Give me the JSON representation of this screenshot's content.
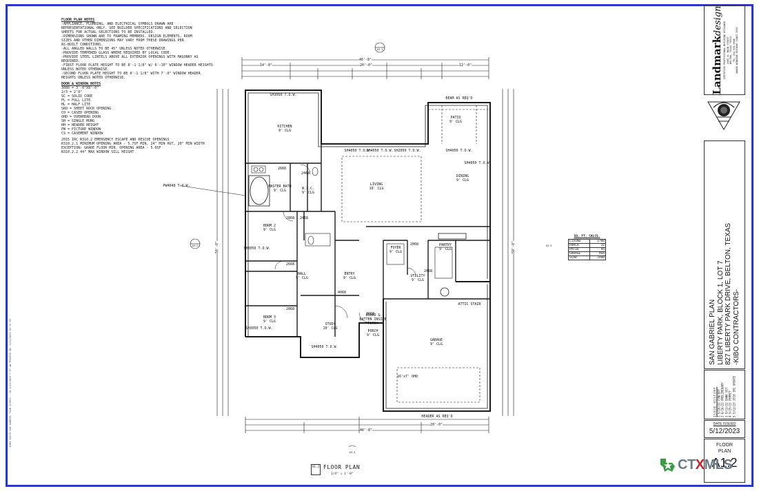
{
  "notes": {
    "floor_plan_notes_title": "FLOOR PLAN NOTES",
    "floor_plan_notes": [
      "-APPLIANCE, PLUMBING, AND ELECTRICAL SYMBOLS DRAWN ARE",
      "REPRESENTATIONAL ONLY. SEE BUILDER SPECIFICATIONS AND SELECTION",
      "SHEETS FOR ACTUAL SELECTIONS TO BE INSTALLED.",
      "-DIMENSIONS SHOWN ARE TO FRAMING MEMBERS. DESIGN ELEMENTS, ROOM",
      "SIZES AND OTHER DIMENSIONS MAY VARY FROM THESE DRAWINGS PER",
      "AS-BUILT CONDITIONS.",
      "-ALL ANGLED WALLS TO BE 45° UNLESS NOTED OTHERWISE.",
      "-PROVIDE TEMPERED GLASS WHERE REQUIRED BY LOCAL CODE.",
      "-PROVIDE STEEL LINTELS ABOVE ALL EXTERIOR OPENINGS WITH MASONRY AS",
      "REQUIRED.",
      "-FIRST FLOOR PLATE HEIGHT TO BE 8'-1 1/8\" W/ 6'-10\" WINDOW HEADER HEIGHTS",
      "UNLESS NOTED OTHERWISE.",
      "-SECOND FLOOR PLATE HEIGHT TO BE 8'-1 1/8\" WITH 7'-0\" WINDOW HEADER",
      "HEIGHTS UNLESS NOTED OTHERWISE."
    ],
    "door_window_notes_title": "DOOR & WINDOW NOTES",
    "door_window_notes": [
      "3080 = 3'-0\"x8'-0\"",
      "2/3 = 2'8\"",
      "SC = SOLID CORE",
      "FL = FULL LITE",
      "HL = HALF LITE",
      "SRO = SHEET ROCK OPENING",
      "CO = CASED OPENING",
      "OHD = OVERHEAD DOOR",
      "SH = SINGLE HUNG",
      "HH = HEADER HEIGHT",
      "PW = PICTURE WINDOW",
      "CS = CASEMENT WINDOW"
    ],
    "egress_notes": [
      "2015 IRC R310.2 EMERGENCY ESCAPE AND RESCUE OPENINGS",
      "R310.2.1 MINIMUM OPENING AREA - 5.7sf MIN, 24\" MIN HGT, 20\" MIN WIDTH",
      "EXCEPTION: GRADE FLOOR MIN. OPENING AREA - 5.0sf",
      "R310.2.2 44\" MAX WINDOW SILL HEIGHT"
    ]
  },
  "rooms": [
    {
      "name": "KITCHEN",
      "clg": "9' CLG"
    },
    {
      "name": "LIVING",
      "clg": "10' CLG"
    },
    {
      "name": "DINING",
      "clg": "9' CLG"
    },
    {
      "name": "PATIO",
      "clg": "9' CLG"
    },
    {
      "name": "MASTER BATH",
      "clg": "9' CLG"
    },
    {
      "name": "W.I.C.",
      "clg": "9' CLG"
    },
    {
      "name": "BDRM 2",
      "clg": "9' CLG"
    },
    {
      "name": "BDRM 3",
      "clg": "9' CLG"
    },
    {
      "name": "HALL",
      "clg": "9' CLG"
    },
    {
      "name": "ENTRY",
      "clg": "9' CLG"
    },
    {
      "name": "STUDY",
      "clg": "10' CLG"
    },
    {
      "name": "FOYER",
      "clg": "9' CLG"
    },
    {
      "name": "UTILITY",
      "clg": "9' CLG"
    },
    {
      "name": "PORCH",
      "clg": "9' CLG"
    },
    {
      "name": "GARAGE",
      "clg": "9' CLG"
    },
    {
      "name": "PANTRY",
      "clg": "9' CLG"
    }
  ],
  "plan_text": {
    "header_beam": "HEADER AS REQ'D",
    "beam_top": "BEAM AS REQ'D",
    "attic_stair": "ATTIC STAIR",
    "porch_note": "BOARD & BATTEN INSIDE PORCH",
    "overhead_door": "16'x7' OHD",
    "window_tags": [
      "SH3050 T.O.W.",
      "SH4050 T.O.W.",
      "SH4050 T.O.W.",
      "SH2050 T.O.W.",
      "SH4050 T.O.W.",
      "SH4050 T.O.W.",
      "SH3050 T.O.W.",
      "SH3050 T.O.W.",
      "SH4050 T.O.W.",
      "PW4040 T.O.W."
    ],
    "door_tags": [
      "2668",
      "2468",
      "2468",
      "2868",
      "2068",
      "2668",
      "4068",
      "2868",
      "2668",
      "3068"
    ],
    "dims_top": [
      "46'-8\"",
      "14'-8\"",
      "20'-0\"",
      "12'-0\""
    ],
    "dims_bottom": [
      "46'-8\"",
      "20'-0\""
    ],
    "dims_left": [
      "58'-8\""
    ],
    "dims_right": [
      "58'-8\""
    ],
    "section_marks": [
      "A3.1",
      "A3.2",
      "A3.3",
      "A3.4"
    ]
  },
  "sqft": {
    "title": "SQ. FT. CALCS.",
    "rows": [
      {
        "label": "LIVING",
        "value": "1788"
      },
      {
        "label": "PORCH",
        "value": "32"
      },
      {
        "label": "PATIO",
        "value": "94"
      },
      {
        "label": "GARAGE",
        "value": "464"
      },
      {
        "label": "SLAB",
        "value": "2408"
      }
    ]
  },
  "caption": {
    "sheet_ref": "A1.2",
    "title": "FLOOR PLAN",
    "scale": "1/4\" = 1'-0\""
  },
  "title_block": {
    "firm_name": "Landmark",
    "firm_name_italic": "design",
    "firm_lines": [
      "CERTIFIED PROFESSIONAL BUILDING DESIGNER",
      "2305 N. MAIN STREET",
      "BELTON, TEXAS 76513",
      "PH: 254.939.5600",
      "AWARD WINNING DESIGNS SINCE 1992"
    ],
    "project_lines": [
      "SAN GABRIEL PLAN",
      "LIBERTY PARK, BLOCK 1, LOT 7",
      "827 LIBERTY PARK DRIVE, BELTON, TEXAS",
      "-KIBO CONTRACTORS-"
    ],
    "issue_history_title": "ISSUE HISTORY",
    "issue_history": [
      "1   5/16/22 CONCEPT",
      "2   6/16/22 PRELIMINARY",
      "3   5/12/22 BANK SET",
      "4   5/25/22 PERMIT",
      "5   5/12/23 2018 IRC UPDATE"
    ],
    "date_issued_label": "DATE ISSUED",
    "date_issued": "5/12/2023",
    "sheet_label_1": "FLOOR",
    "sheet_label_2": "PLAN",
    "sheet_number": "A1.2"
  },
  "file_path": "KIBO 1827D SAN GABRIEL PLAN 5/2023 - LB 5/12/2023 7:57 pm PRINTED ON: 5/12/2023 12:33 PM",
  "watermark": {
    "ct": "CT",
    "x": "X",
    "mls": "MLS"
  },
  "colors": {
    "sheet_border": "#2a37c9",
    "linework": "#1a1a1a",
    "ctx_red": "#c0262d",
    "ctx_grey": "#6b7a86",
    "ctx_green": "#3d9a47"
  }
}
